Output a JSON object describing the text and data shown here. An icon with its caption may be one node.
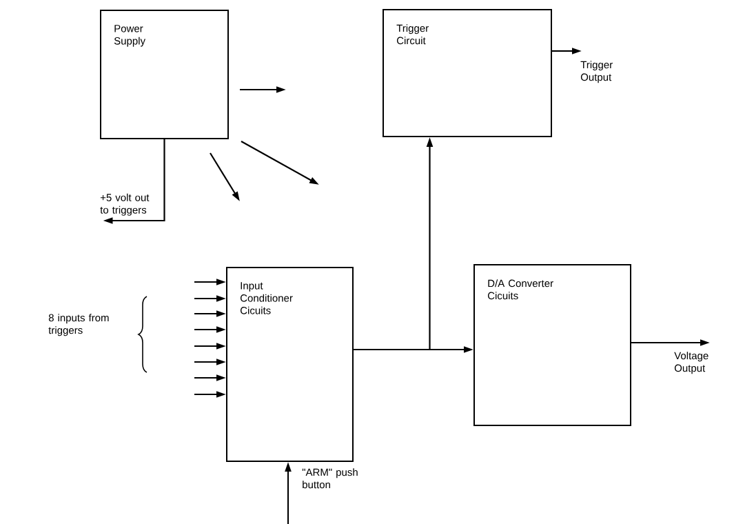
{
  "diagram": {
    "nodes": [
      {
        "text": [
          "Power Supply"
        ]
      },
      {
        "text": [
          "Trigger Circuit"
        ]
      },
      {
        "text": [
          "Input Conditioner Cicuits"
        ]
      },
      {
        "text": [
          "D/A Converter Cicuits"
        ]
      }
    ],
    "edges": [
      {
        "from": 0,
        "to": null,
        "arrow": "to",
        "label": "+5 volt out to triggers"
      },
      {
        "from": 1,
        "to": null,
        "arrow": "to",
        "label": "Trigger Output"
      },
      {
        "from": 2,
        "to": 3,
        "arrow": "to"
      },
      {
        "from": 2,
        "to": 1,
        "arrow": "to"
      },
      {
        "from": 3,
        "to": null,
        "arrow": "to",
        "label": "Voltage Output"
      },
      {
        "from": null,
        "to": 2,
        "arrow": "to",
        "label": "\"ARM\" push button"
      },
      {
        "from": null,
        "to": 2,
        "arrow": "to"
      },
      {
        "from": null,
        "to": 2,
        "arrow": "to"
      },
      {
        "from": null,
        "to": 2,
        "arrow": "to"
      },
      {
        "from": null,
        "to": 2,
        "arrow": "to"
      },
      {
        "from": null,
        "to": 2,
        "arrow": "to"
      },
      {
        "from": null,
        "to": 2,
        "arrow": "to"
      },
      {
        "from": null,
        "to": 2,
        "arrow": "to"
      },
      {
        "from": null,
        "to": 2,
        "arrow": "to"
      }
    ],
    "labels": [
      "8 inputs from triggers"
    ]
  }
}
